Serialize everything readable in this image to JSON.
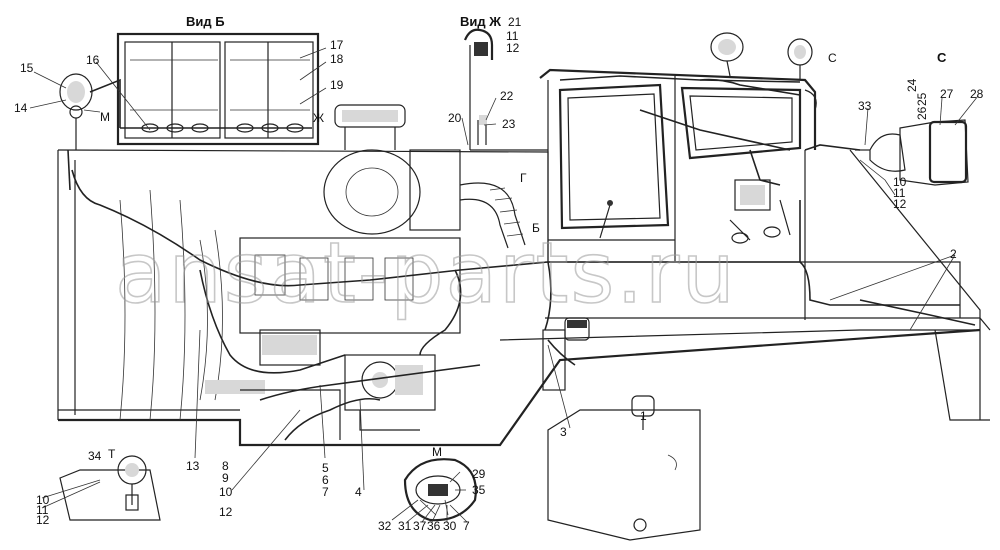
{
  "watermark": "ansat-parts.ru",
  "views": {
    "view_b": "Вид Б",
    "view_zh": "Вид Ж",
    "view_c": "С",
    "view_c_marker": "С",
    "view_m": "М",
    "view_m_marker": "М",
    "view_t": "Т",
    "view_g": "Г",
    "view_b_marker": "Б",
    "view_zh_marker": "Ж"
  },
  "callouts": {
    "c15": "15",
    "c14": "14",
    "c16": "16",
    "c17": "17",
    "c18": "18",
    "c19": "19",
    "c21": "21",
    "c11a": "11",
    "c12a": "12",
    "c22": "22",
    "c20": "20",
    "c23": "23",
    "c2": "2",
    "c33": "33",
    "c24": "24",
    "c25": "25",
    "c26": "26",
    "c27": "27",
    "c28": "28",
    "c10b": "10",
    "c11b": "11",
    "c12b": "12",
    "c13": "13",
    "c8": "8",
    "c9": "9",
    "c10c": "10",
    "c12c": "12",
    "c5": "5",
    "c6": "6",
    "c7a": "7",
    "c4": "4",
    "c3": "3",
    "c1": "1",
    "c34": "34",
    "c10d": "10",
    "c11d": "11",
    "c12d": "12",
    "c29": "29",
    "c35": "35",
    "c32": "32",
    "c31": "31",
    "c37": "37",
    "c36": "36",
    "c30": "30",
    "c7b": "7"
  }
}
